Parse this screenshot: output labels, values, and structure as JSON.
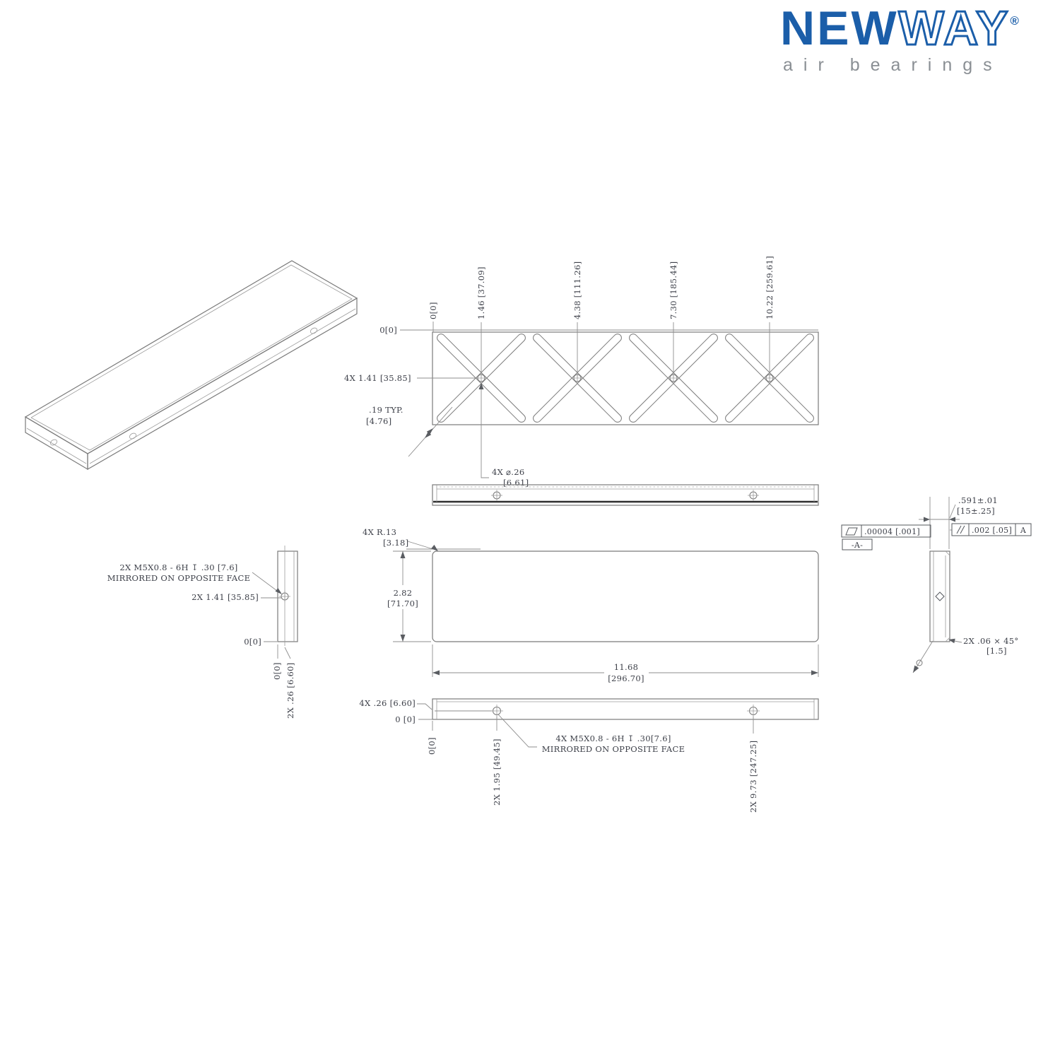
{
  "logo": {
    "new": "NEW",
    "way": "WAY",
    "reg": "®",
    "tagline": "air bearings"
  },
  "top_view": {
    "origin_col": "0[0]",
    "origin_row": "0[0]",
    "stations": [
      "1.46 [37.09]",
      "4.38 [111.26]",
      "7.30 [185.44]",
      "10.22 [259.61]"
    ],
    "center_dim": "4X 1.41 [35.85]",
    "groove_line1": ".19  TYP.",
    "groove_line2": "[4.76]",
    "hole_line1": "4X  ⌀.26",
    "hole_line2": "[6.61]"
  },
  "front_view": {
    "radius_line1": "4X  R.13",
    "radius_line2": "[3.18]",
    "height_in": "2.82",
    "height_mm": "[71.70]",
    "length_in": "11.68",
    "length_mm": "[296.70]"
  },
  "left_view": {
    "thread_note1": "2X M5X0.8 - 6H ↧ .30 [7.6]",
    "thread_note2": "MIRRORED ON OPPOSITE FACE",
    "hole_pos": "2X 1.41 [35.85]",
    "zero": "0[0]",
    "zero_col": "0[0]",
    "offset": "2X .26 [6.60]"
  },
  "bottom_view": {
    "offset": "4X  .26 [6.60]",
    "zero": "0 [0]",
    "zero_col": "0[0]",
    "hole_pos1": "2X 1.95 [49.45]",
    "hole_pos2": "2X 9.73 [247.25]",
    "thread_note1": "4X M5X0.8 - 6H ↧ .30[7.6]",
    "thread_note2": "MIRRORED ON OPPOSITE FACE"
  },
  "right_view": {
    "thickness_in": ".591±.01",
    "thickness_mm": "[15±.25]",
    "flatness": ".00004 [.001]",
    "datum": "-A-",
    "parallelism": ".002 [.05]",
    "datum_ref": "A",
    "chamfer": "2X  .06  ×  45°",
    "chamfer_mm": "[1.5]"
  }
}
